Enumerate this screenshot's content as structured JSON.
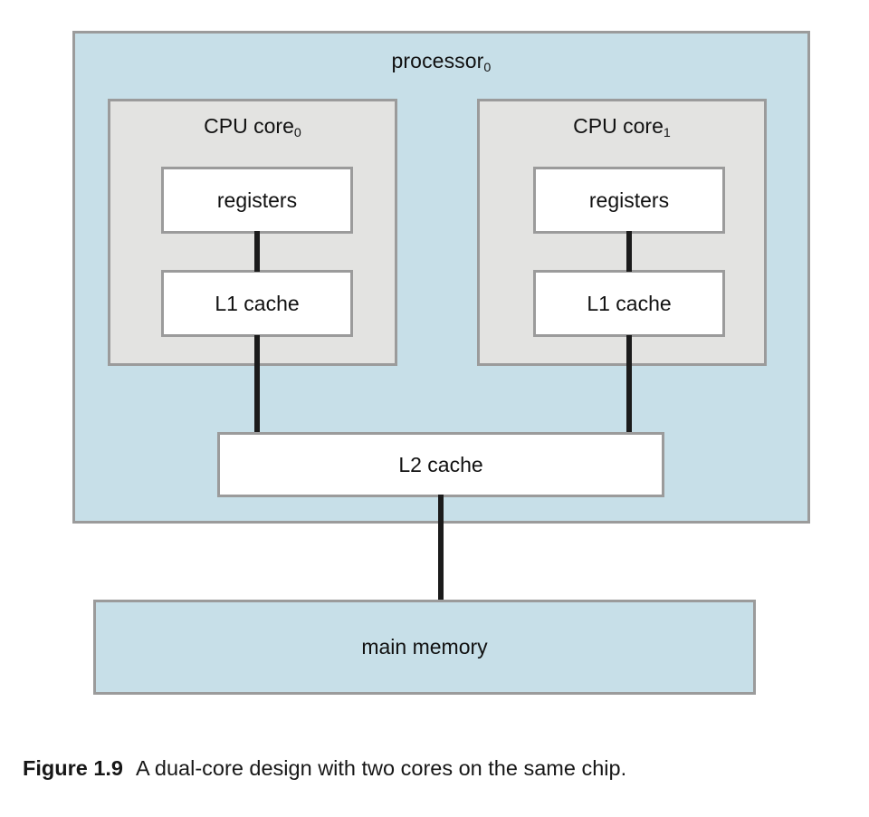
{
  "figure": {
    "caption_label": "Figure 1.9",
    "caption_text": "A dual-core design with two cores on the same chip."
  },
  "diagram": {
    "processor": {
      "label_base": "processor",
      "label_sub": "0",
      "fill_color": "#c7dfe8",
      "border_color": "#9b9b9b"
    },
    "cores": [
      {
        "label_base": "CPU core",
        "label_sub": "0",
        "fill_color": "#e3e3e1",
        "units": [
          {
            "label": "registers",
            "fill_color": "#ffffff"
          },
          {
            "label": "L1 cache",
            "fill_color": "#ffffff"
          }
        ]
      },
      {
        "label_base": "CPU core",
        "label_sub": "1",
        "fill_color": "#e3e3e1",
        "units": [
          {
            "label": "registers",
            "fill_color": "#ffffff"
          },
          {
            "label": "L1 cache",
            "fill_color": "#ffffff"
          }
        ]
      }
    ],
    "shared_cache": {
      "label": "L2 cache",
      "fill_color": "#ffffff"
    },
    "main_memory": {
      "label": "main memory",
      "fill_color": "#c7dfe8"
    },
    "connector_color": "#1b1b1b"
  }
}
